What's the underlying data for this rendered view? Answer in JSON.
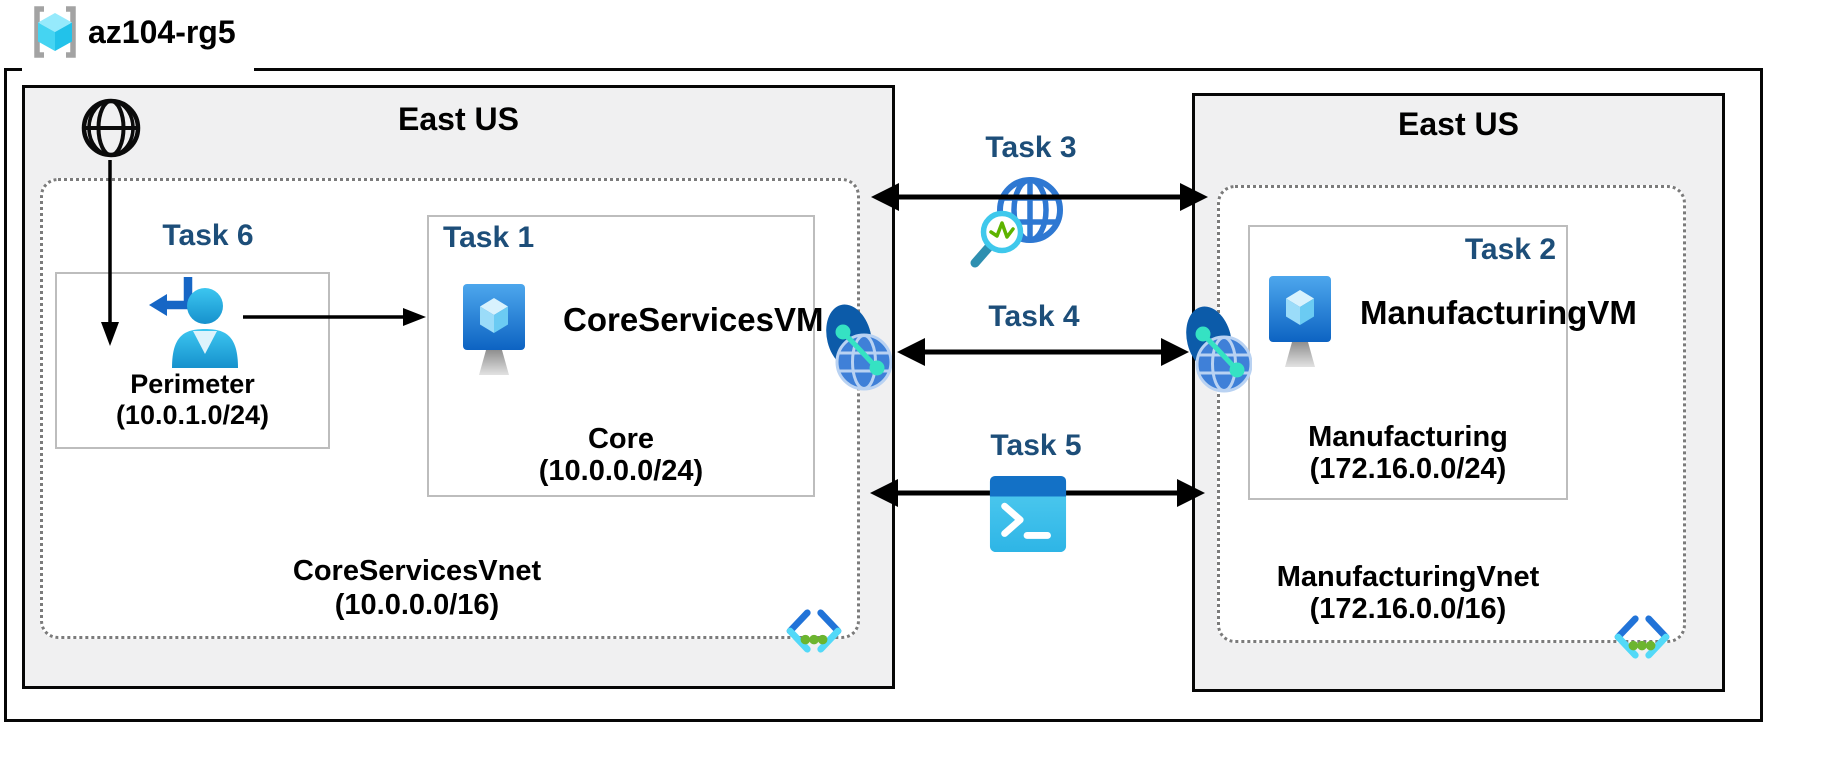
{
  "diagram": {
    "resource_group": "az104-rg5",
    "left_region": {
      "label": "East US",
      "vnet_name": "CoreServicesVnet",
      "vnet_cidr": "(10.0.0.0/16)",
      "perimeter_subnet": {
        "task_label": "Task 6",
        "name": "Perimeter",
        "cidr": "(10.0.1.0/24)"
      },
      "core_subnet": {
        "task_label": "Task 1",
        "vm_name": "CoreServicesVM",
        "name": "Core",
        "cidr": "(10.0.0.0/24)"
      }
    },
    "right_region": {
      "label": "East US",
      "vnet_name": "ManufacturingVnet",
      "vnet_cidr": "(172.16.0.0/16)",
      "manufacturing_subnet": {
        "task_label": "Task 2",
        "vm_name": "ManufacturingVM",
        "name": "Manufacturing",
        "cidr": "(172.16.0.0/24)"
      }
    },
    "middle": {
      "task3_label": "Task 3",
      "task4_label": "Task 4",
      "task5_label": "Task 5"
    },
    "colors": {
      "task_label": "#1d4e79",
      "region_background": "#f0f0f1",
      "dotted_border": "#7b7b7b",
      "subnet_border": "#bdbdbd",
      "arrow": "#000000",
      "azure_blue": "#0d63c2",
      "cyan_accent": "#50d8f8",
      "teal_accent": "#35e2c3",
      "green_accent": "#5db300"
    }
  }
}
